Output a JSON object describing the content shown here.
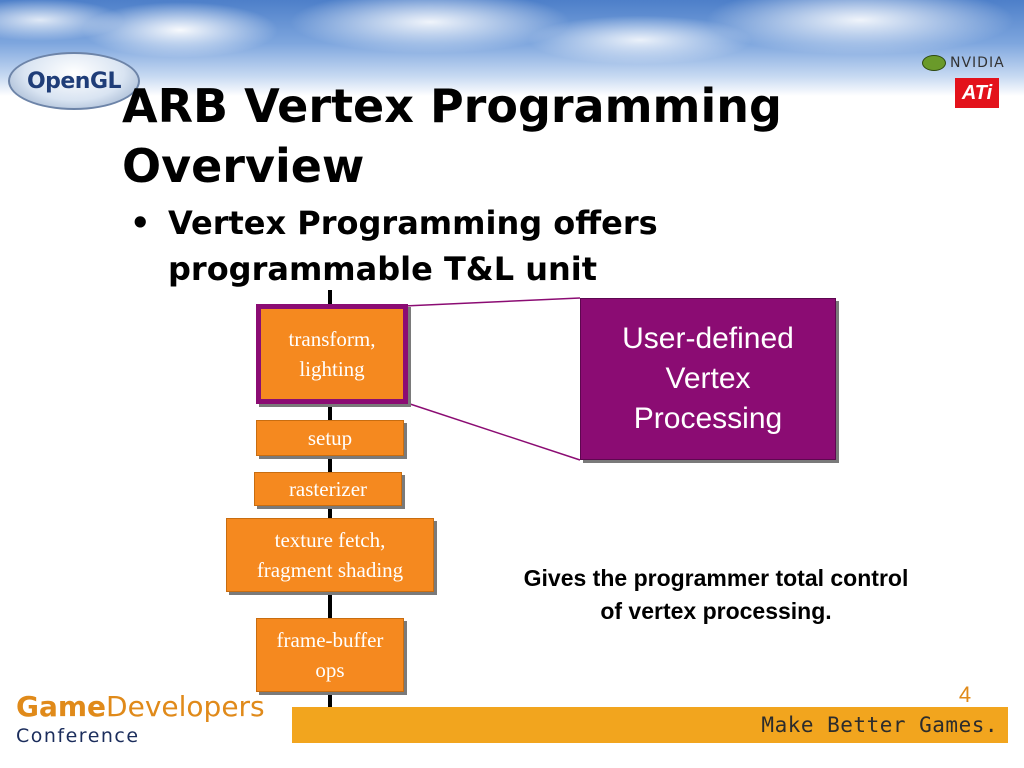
{
  "header": {
    "logos": {
      "opengl": "OpenGL",
      "nvidia": "NVIDIA",
      "ati": "ATi"
    }
  },
  "slide": {
    "title_line1": "ARB Vertex Programming",
    "title_line2": "Overview",
    "bullet_line1": "Vertex Programming offers",
    "bullet_line2": "programmable T&L unit",
    "bullet_marker": "•"
  },
  "pipeline": {
    "stages": [
      {
        "line1": "transform,",
        "line2": "lighting"
      },
      {
        "line1": "setup",
        "line2": ""
      },
      {
        "line1": "rasterizer",
        "line2": ""
      },
      {
        "line1": "texture fetch,",
        "line2": "fragment shading"
      },
      {
        "line1": "frame-buffer",
        "line2": "ops"
      }
    ],
    "callout": {
      "line1": "User-defined",
      "line2": "Vertex",
      "line3": "Processing"
    }
  },
  "caption": {
    "line1": "Gives the programmer total control",
    "line2": "of vertex processing."
  },
  "footer": {
    "page_number": "4",
    "gdc_word1": "Game",
    "gdc_word2": "Developers",
    "gdc_word3": "Conference",
    "tagline": "Make Better Games."
  },
  "colors": {
    "stage_orange": "#f5891f",
    "callout_purple": "#8b0c73",
    "footer_bar": "#f2a51e",
    "gdc_orange": "#e08a1a",
    "gdc_navy": "#1b2d5c"
  }
}
